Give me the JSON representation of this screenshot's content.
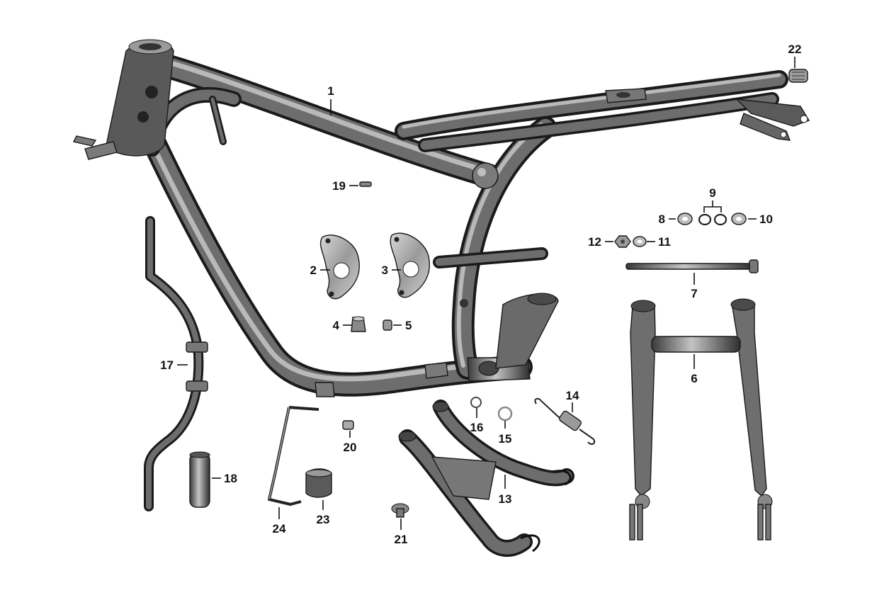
{
  "diagram": {
    "callouts": [
      {
        "id": "1",
        "text": "1"
      },
      {
        "id": "2",
        "text": "2"
      },
      {
        "id": "3",
        "text": "3"
      },
      {
        "id": "4",
        "text": "4"
      },
      {
        "id": "5",
        "text": "5"
      },
      {
        "id": "6",
        "text": "6"
      },
      {
        "id": "7",
        "text": "7"
      },
      {
        "id": "8",
        "text": "8"
      },
      {
        "id": "9",
        "text": "9"
      },
      {
        "id": "10",
        "text": "10"
      },
      {
        "id": "11",
        "text": "11"
      },
      {
        "id": "12",
        "text": "12"
      },
      {
        "id": "13",
        "text": "13"
      },
      {
        "id": "14",
        "text": "14"
      },
      {
        "id": "15",
        "text": "15"
      },
      {
        "id": "16",
        "text": "16"
      },
      {
        "id": "17",
        "text": "17"
      },
      {
        "id": "18",
        "text": "18"
      },
      {
        "id": "19",
        "text": "19"
      },
      {
        "id": "20",
        "text": "20"
      },
      {
        "id": "21",
        "text": "21"
      },
      {
        "id": "22",
        "text": "22"
      },
      {
        "id": "23",
        "text": "23"
      },
      {
        "id": "24",
        "text": "24"
      }
    ]
  }
}
